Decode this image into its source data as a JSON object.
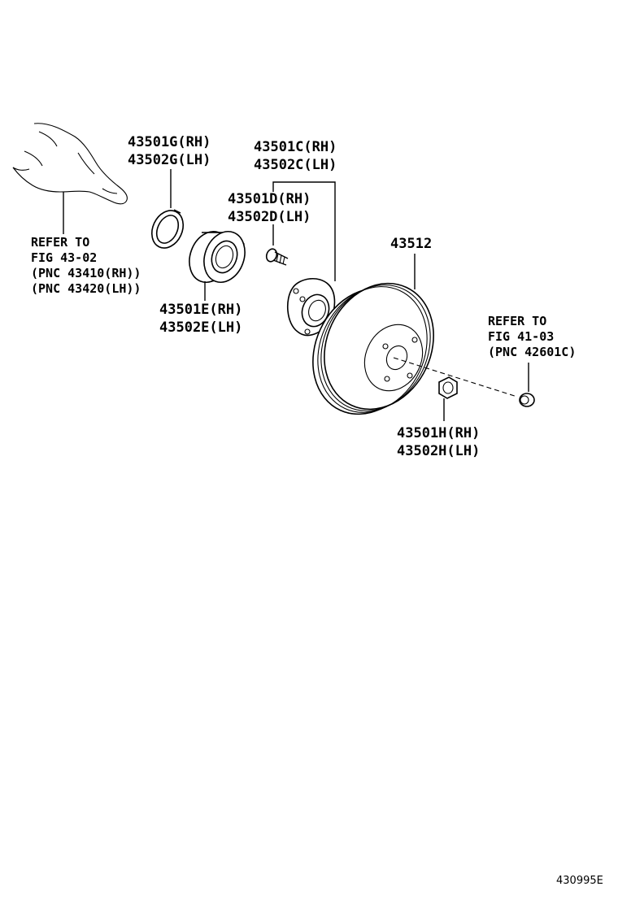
{
  "labels": {
    "snap_ring": [
      "43501G(RH)",
      "43502G(LH)"
    ],
    "hub": [
      "43501C(RH)",
      "43502C(LH)"
    ],
    "hub_bolt": [
      "43501D(RH)",
      "43502D(LH)"
    ],
    "disc": "43512",
    "bearing": [
      "43501E(RH)",
      "43502E(LH)"
    ],
    "hub_nut": [
      "43501H(RH)",
      "43502H(LH)"
    ],
    "refer_left": [
      "REFER TO",
      "FIG 43-02",
      "(PNC 43410(RH))",
      "(PNC 43420(LH))"
    ],
    "refer_right": [
      "REFER TO",
      "FIG 41-03",
      "(PNC 42601C)"
    ]
  },
  "figure_number": "430995E"
}
